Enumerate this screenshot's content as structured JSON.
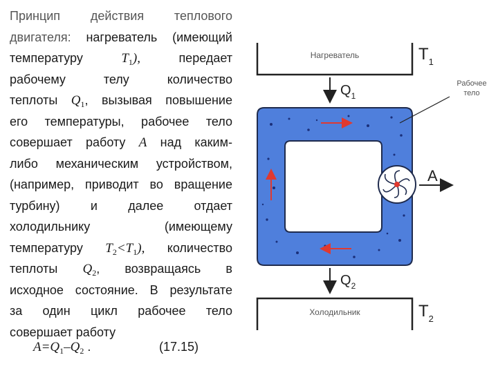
{
  "text": {
    "lines": [
      "Принцип действия теплового",
      "двигателя: нагреватель (имеющий",
      "температуру T1), передает",
      "рабочему телу количество",
      "теплоты Q1, вызывая повышение",
      "его температуры, рабочее тело",
      "совершает работу A над каким-",
      "либо механическим устройством,",
      "(например, приводит во вращение",
      "турбину) и далее отдает",
      "холодильнику (имеющему",
      "температуру T2<T1), количество",
      "теплоты Q2, возвращаясь в",
      "исходное состояние. В результате",
      "за один цикл рабочее тело",
      "совершает работу"
    ],
    "formula": "A=Q1–Q2 .",
    "equation_number": "(17.15)"
  },
  "diagram": {
    "heater_label": "Нагреватель",
    "cooler_label": "Холодильник",
    "working_body_label_line1": "Рабочее",
    "working_body_label_line2": "тело",
    "t1_letter": "T",
    "t1_index": "1",
    "t2_letter": "T",
    "t2_index": "2",
    "q1_letter": "Q",
    "q1_index": "1",
    "q2_letter": "Q",
    "q2_index": "2",
    "work_label": "A",
    "colors": {
      "working_body": "#4f7fdc",
      "arrow_red": "#e0392f",
      "outline": "#1f2b4d",
      "text_gray": "#555555"
    }
  }
}
